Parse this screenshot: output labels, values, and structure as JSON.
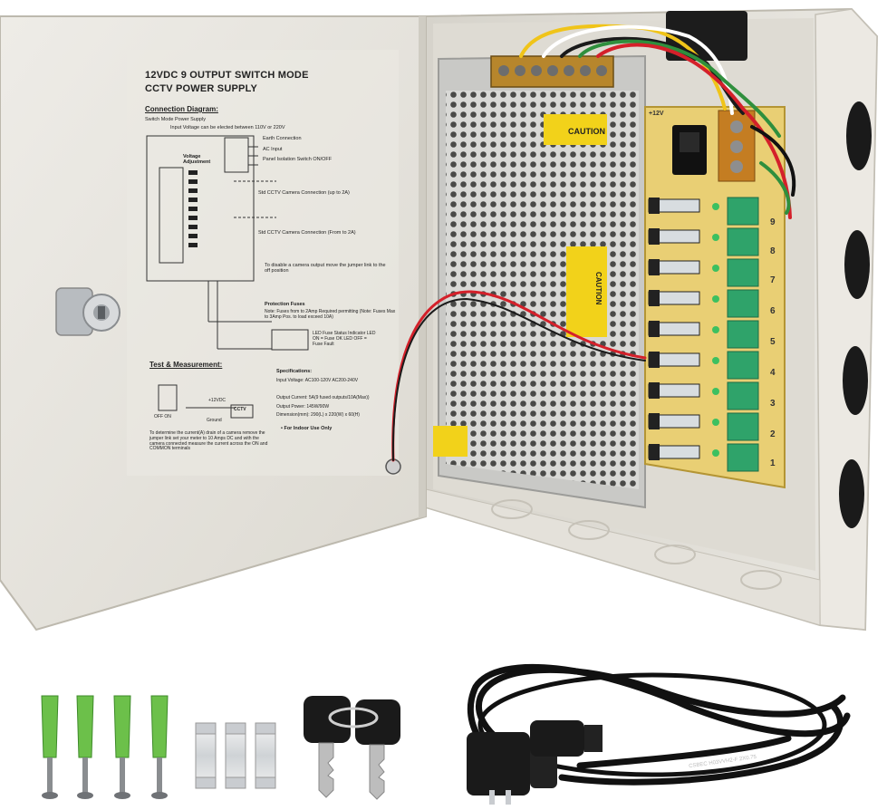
{
  "lid": {
    "title_line1": "12VDC 9 OUTPUT SWITCH MODE",
    "title_line2": "CCTV POWER SUPPLY",
    "connection_heading": "Connection Diagram:",
    "psu_label": "Switch Mode Power Supply",
    "input_voltage_note": "Input Voltage can be elected between 110V or 220V",
    "earth_connection": "Earth Connection",
    "ac_input": "AC Input",
    "panel_switch": "Panel Isolation Switch ON/OFF",
    "voltage_adjust": "Voltage Adjustment",
    "camera_conn_1": "Std CCTV Camera Connection (up to 2A)",
    "camera_conn_2": "Std CCTV Camera Connection (From to 2A)",
    "disable_note": "To disable a camera output move the jumper link to the off position",
    "protection_heading": "Protection Fuses",
    "protection_note": "Note: Fuses from to 2Amp Required permitting (Note: Fuses Max to 3Amp Pos. to load exceed 10A)",
    "led_note": "LED Fuse Status Indicator LED ON = Fuse OK LED OFF = Fuse Fault",
    "test_heading": "Test & Measurement:",
    "test_note": "To determine the current(A) drain of a camera remove the jumper link set your meter to 10 Amps DC and with the camera connected measure the current across the ON and COMMON terminals",
    "spec_heading": "Specifications:",
    "spec_input": "Input Voltage: AC100-120V AC200-240V",
    "spec_output": "Output Current: 5A(9 fused outputs/10A(Max))",
    "spec_power": "Output Power: 145W/90W",
    "spec_dims": "Dimension(mm): 290(L) x 220(W) x 60(H)",
    "indoor": "• For Indoor Use Only",
    "plus12": "+12VDC",
    "cctv": "CCTV",
    "ground": "Ground",
    "on_off": "OFF  ON"
  },
  "board": {
    "caution_1": "CAUTION",
    "caution_2": "CAUTION",
    "output_numbers": [
      "9",
      "8",
      "7",
      "6",
      "5",
      "4",
      "3",
      "2",
      "1"
    ],
    "plus12v": "+12V"
  },
  "cable": {
    "print": "CSBEC H03VVH2-F 2X0.75"
  },
  "colors": {
    "enclosure": "#e6e3dc",
    "pcb": "#e9cf74",
    "terminal_green": "#2fa36a",
    "anchor_green": "#6cc04a",
    "wire_red": "#d4202a",
    "cable_black": "#111111"
  }
}
